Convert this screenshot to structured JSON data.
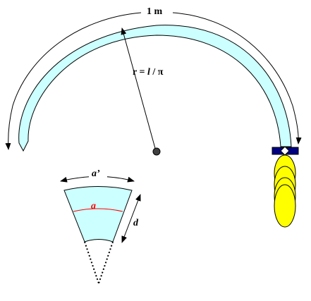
{
  "labels": {
    "arc_length": "1 m",
    "radius_prefix": "r = ",
    "radius_l": "l",
    "radius_sep": " / ",
    "radius_pi": "π",
    "outer_width": "a’",
    "inner_width": "a",
    "depth": "d"
  },
  "colors": {
    "band_fill": "#ccffff",
    "band_stroke": "#000000",
    "arc_a_line": "#ff0000",
    "lamp_fill": "#ffff00",
    "mount_fill": "#000080",
    "pivot_fill": "#404040"
  }
}
